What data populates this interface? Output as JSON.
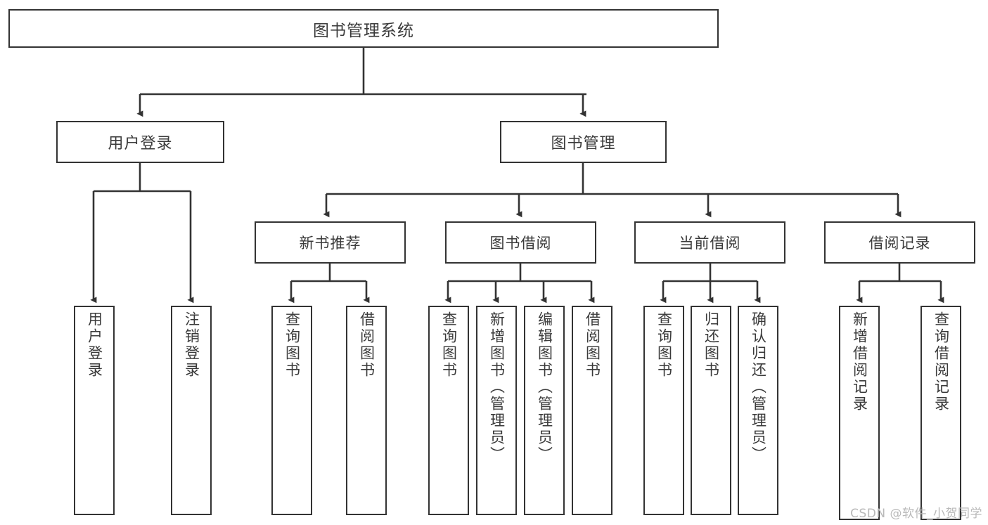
{
  "diagram": {
    "type": "tree-hierarchy-chart",
    "title": "图书管理系统",
    "watermark": "CSDN @软件_小贺同学",
    "colors": {
      "background": "#ffffff",
      "box_border": "#333333",
      "box_fill": "#ffffff",
      "text": "#3a3a3a",
      "edge": "#333333",
      "watermark": "#b9b9b9"
    },
    "nodes": {
      "root": {
        "label": "图书管理系统"
      },
      "level1": [
        {
          "id": "user_login",
          "label": "用户登录"
        },
        {
          "id": "book_mgmt",
          "label": "图书管理"
        }
      ],
      "level2": [
        {
          "id": "new_book_rec",
          "label": "新书推荐",
          "parent": "book_mgmt"
        },
        {
          "id": "book_borrow",
          "label": "图书借阅",
          "parent": "book_mgmt"
        },
        {
          "id": "current_borrow",
          "label": "当前借阅",
          "parent": "book_mgmt"
        },
        {
          "id": "borrow_record",
          "label": "借阅记录",
          "parent": "book_mgmt"
        }
      ],
      "leaves": [
        {
          "id": "leaf_user_login",
          "label": "用户登录",
          "parent": "user_login"
        },
        {
          "id": "leaf_logout",
          "label": "注销登录",
          "parent": "user_login"
        },
        {
          "id": "leaf_query_book_1",
          "label": "查询图书",
          "parent": "new_book_rec"
        },
        {
          "id": "leaf_borrow_book_1",
          "label": "借阅图书",
          "parent": "new_book_rec"
        },
        {
          "id": "leaf_query_book_2",
          "label": "查询图书",
          "parent": "book_borrow"
        },
        {
          "id": "leaf_add_book",
          "label": "新增图书（管理员）",
          "parent": "book_borrow"
        },
        {
          "id": "leaf_edit_book",
          "label": "编辑图书（管理员）",
          "parent": "book_borrow"
        },
        {
          "id": "leaf_borrow_book_2",
          "label": "借阅图书",
          "parent": "book_borrow"
        },
        {
          "id": "leaf_query_book_3",
          "label": "查询图书",
          "parent": "current_borrow"
        },
        {
          "id": "leaf_return_book",
          "label": "归还图书",
          "parent": "current_borrow"
        },
        {
          "id": "leaf_confirm_return",
          "label": "确认归还（管理员）",
          "parent": "current_borrow"
        },
        {
          "id": "leaf_add_record",
          "label": "新增借阅记录",
          "parent": "borrow_record"
        },
        {
          "id": "leaf_query_record",
          "label": "查询借阅记录",
          "parent": "borrow_record"
        }
      ]
    }
  }
}
